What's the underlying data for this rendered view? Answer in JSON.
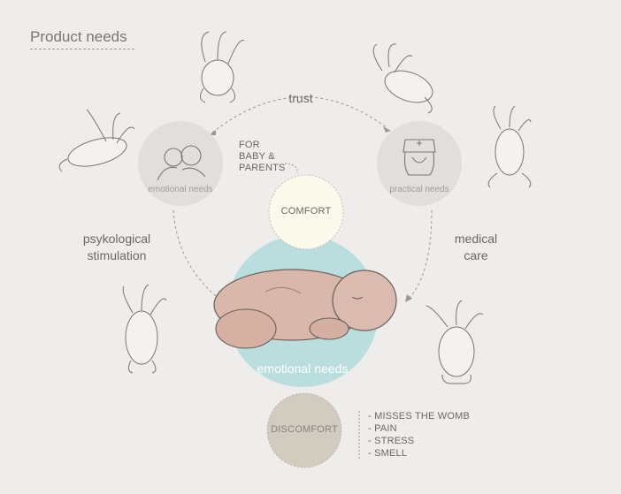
{
  "header": {
    "title": "Product needs"
  },
  "edges": {
    "top": "trust",
    "left_line1": "psykological",
    "left_line2": "stimulation",
    "right_line1": "medical",
    "right_line2": "care"
  },
  "nodes": {
    "left_circle": "emotional needs",
    "right_circle": "practical needs",
    "comfort": "COMFORT",
    "center": "emotional needs",
    "discomfort": "DISCOMFORT"
  },
  "comfort_note": {
    "line1": "FOR",
    "line2": "BABY &",
    "line3": "PARENTS"
  },
  "discomfort_list": [
    "- MISSES THE WOMB",
    "- PAIN",
    "- STRESS",
    "- SMELL"
  ],
  "colors": {
    "background": "#efedeb",
    "grey_circle": "#e2dedc",
    "comfort_circle": "#fbf8ec",
    "center_circle": "#b9dedd",
    "discomfort_circle": "#d2cbc0"
  }
}
